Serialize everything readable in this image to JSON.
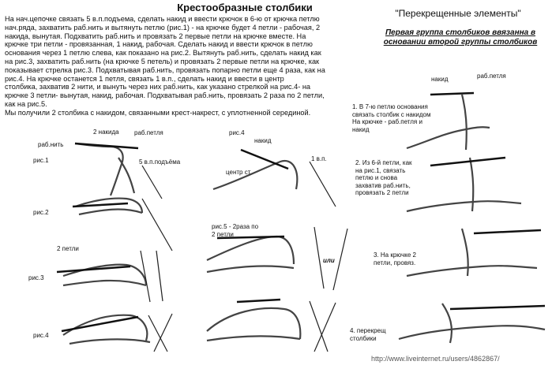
{
  "left": {
    "title": "Крестообразные столбики",
    "paragraph": "На нач.цепочке связать 5 в.п.подъема, сделать накид и ввести крючок в 6-ю от крючка петлю\nнач.ряда, захватить раб.нить и вытянуть  петлю (рис.1) - на крючке будет 4 петли - рабочая, 2\nнакида, вынутая. Подхватить раб.нить и провязать 2 первые петли на крючке вместе. На\nкрючке три петли - провязанная, 1 накид, рабочая. Сделать накид и ввести крючок в петлю\nоснования через 1 петлю слева, как показано на рис.2. Вытянуть раб.нить, сделать накид как\nна рис.3, захватить раб.нить (на крючке 5 петель) и провязать 2  первые петли на крючке, как\nпоказывает стрелка рис.3. Подхватывая раб.нить, провязать попарно петли еще 4 раза, как на\nрис.4. На крючке останется 1 петля, связать 1 в.п., сделать накид и ввести в центр\nстолбика, захватив 2 нити, и вынуть через них раб.нить, как указано стрелкой на рис.4- на\nкрючке 3 петли- вынутая, накид, рабочая. Подхватывая раб.нить, провязать 2 раза по 2 петли,\nкак на рис.5.\n  Мы получили 2 столбика с накидом, связанными крест-накрест, с уплотненной серединой.",
    "labels": {
      "nakida2": "2 накида",
      "rab_petlya": "раб.петля",
      "rab_nit": "раб.нить",
      "vp5": "5 в.п.подъёма",
      "ris1": "рис.1",
      "ris2": "рис.2",
      "petli2": "2 петли",
      "ris3": "рис.3",
      "ris4": "рис.4",
      "ris4b": "рис.4",
      "nakid": "накид",
      "vp1": "1 в.п.",
      "centr": "центр ст.",
      "ris5": "рис.5 - 2раза по\n2 петли",
      "ili": "или"
    }
  },
  "right": {
    "title": "\"Перекрещенные элементы\"",
    "subtitle": "Первая группа столбиков ввязанна в\nосновании второй группы\nстолбиков",
    "labels": {
      "nakid": "накид",
      "rab_petlya": "раб.петля"
    },
    "steps": [
      "1. В 7-ю петлю основания\nсвязать столбик с накидом\nНа крючке - раб.петля и\nнакид",
      "2. Из 6-й петли, как\nна рис.1,  связать\nпетлю и снова\nзахватив раб.нить,\nпровязать 2 петли",
      "3. На крючке 2\nпетли, провяз.",
      "4. перекрещ\nстолбики"
    ]
  },
  "watermark": "http://www.liveinternet.ru/users/4862867/"
}
